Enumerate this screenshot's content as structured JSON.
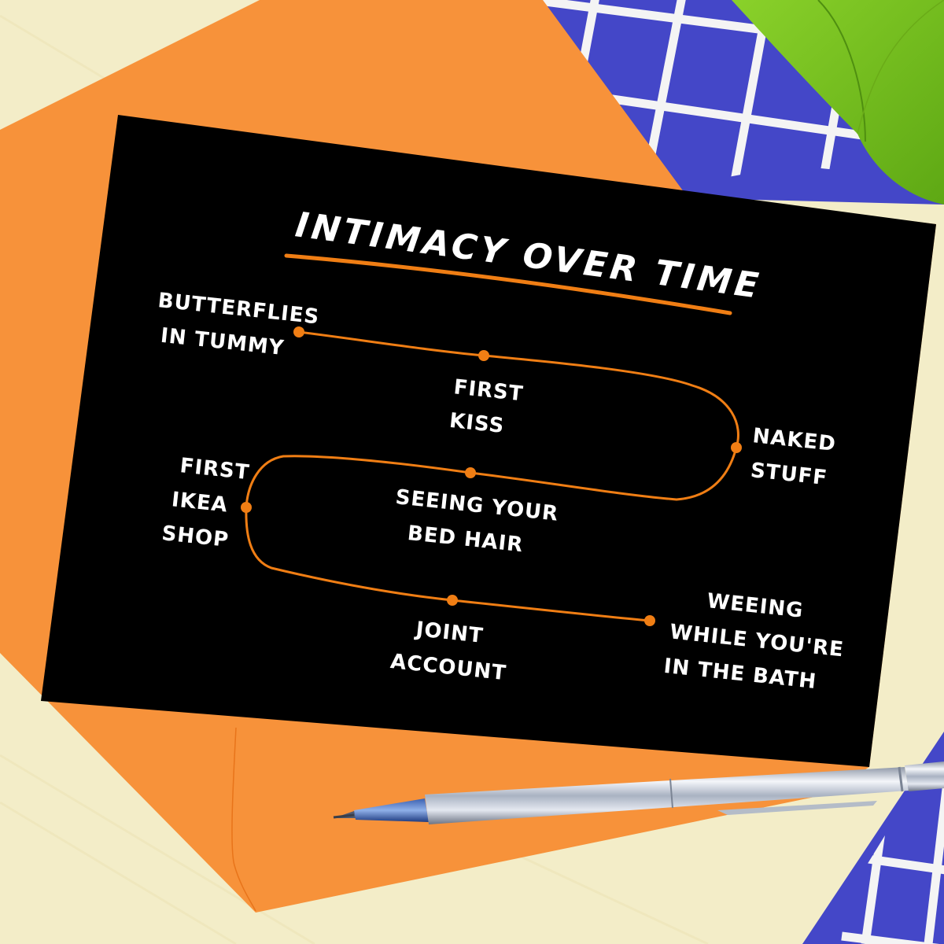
{
  "card": {
    "title": "INTIMACY OVER TIME",
    "accent_color": "#f07e14",
    "background_color": "#000000",
    "text_color": "#ffffff"
  },
  "milestones": [
    {
      "label_lines": [
        "BUTTERFLIES",
        "IN TUMMY"
      ],
      "line1": "BUTTERFLIES",
      "line2": "IN TUMMY"
    },
    {
      "label_lines": [
        "FIRST",
        "KISS"
      ],
      "line1": "FIRST",
      "line2": "KISS"
    },
    {
      "label_lines": [
        "NAKED",
        "STUFF"
      ],
      "line1": "NAKED",
      "line2": "STUFF"
    },
    {
      "label_lines": [
        "SEEING YOUR",
        "BED HAIR"
      ],
      "line1": "SEEING YOUR",
      "line2": "BED HAIR"
    },
    {
      "label_lines": [
        "FIRST",
        "IKEA",
        "SHOP"
      ],
      "line1": "FIRST",
      "line2": "IKEA",
      "line3": "SHOP"
    },
    {
      "label_lines": [
        "JOINT",
        "ACCOUNT"
      ],
      "line1": "JOINT",
      "line2": "ACCOUNT"
    },
    {
      "label_lines": [
        "WEEING",
        "WHILE YOU'RE",
        "IN THE BATH"
      ],
      "line1": "WEEING",
      "line2": "WHILE YOU'RE",
      "line3": "IN THE BATH"
    }
  ],
  "scene": {
    "background_colors": {
      "wood": "#f3edc8",
      "envelope": "#f7923a",
      "grid_paper": "#4447c8",
      "grid_lines": "#f4f4f4",
      "leaf": "#7cc21e"
    },
    "objects": [
      "orange-envelope",
      "blue-grid-paper",
      "green-leaf",
      "silver-pen",
      "black-greeting-card"
    ]
  }
}
